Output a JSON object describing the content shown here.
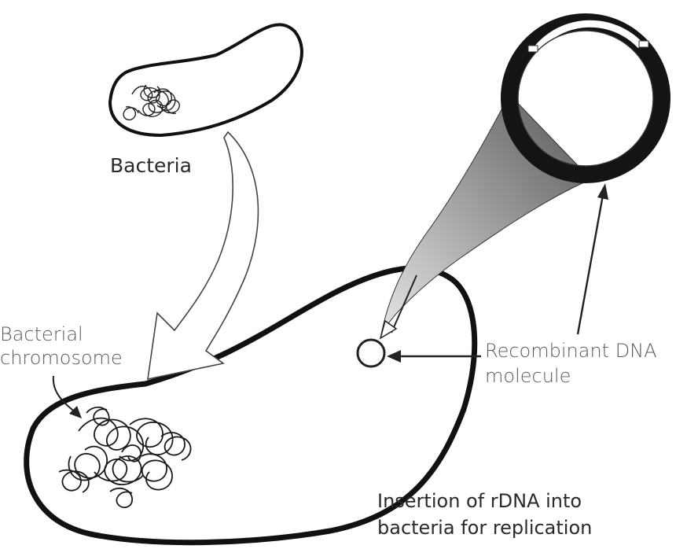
{
  "labels": {
    "bacteria": "Bacteria",
    "bacterial_chromosome": [
      "Bacterial",
      "chromosome"
    ],
    "recombinant_dna": [
      "Recombinant DNA",
      "molecule"
    ],
    "insertion": [
      "Insertion of rDNA into",
      "bacteria for replication"
    ]
  },
  "colors": {
    "outline": "#111111",
    "funnel_dark": "#555555",
    "funnel_light": "#e6e6e6",
    "background": "#ffffff"
  }
}
